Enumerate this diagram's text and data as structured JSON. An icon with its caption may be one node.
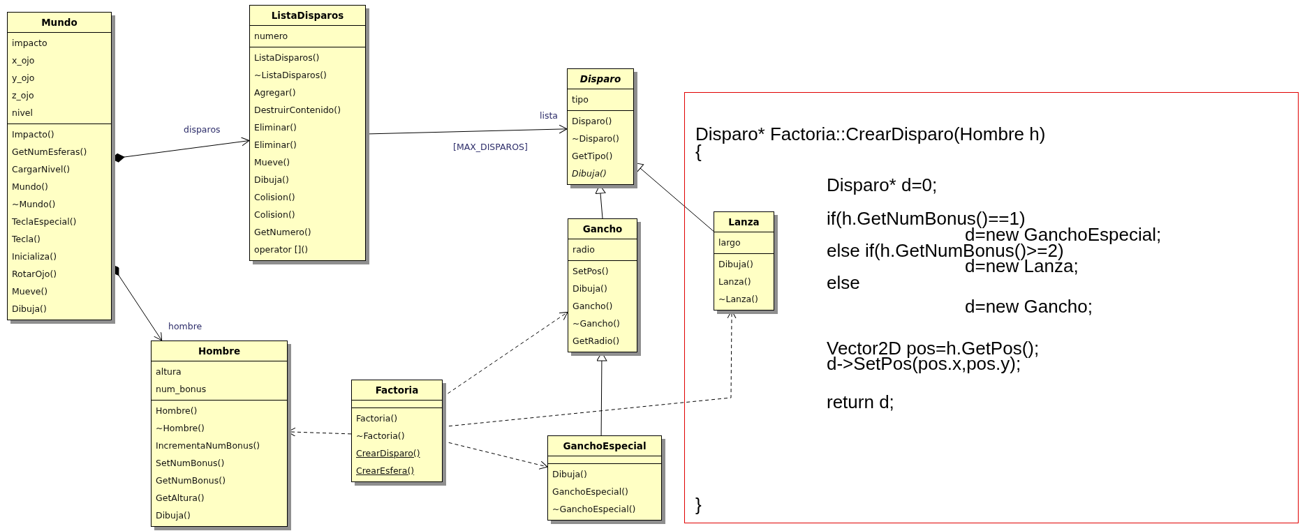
{
  "diagram": {
    "nodes": [
      {
        "text": [
          "Mundo"
        ]
      },
      {
        "text": [
          "impacto",
          "x_ojo",
          "y_ojo",
          "z_ojo",
          "nivel"
        ],
        "in": 0
      },
      {
        "text": [
          "Impacto()",
          "GetNumEsferas()",
          "CargarNivel()",
          "Mundo()",
          "~Mundo()",
          "TeclaEspecial()",
          "Tecla()",
          "Inicializa()",
          "RotarOjo()",
          "Mueve()",
          "Dibuja()"
        ],
        "in": 0
      },
      {
        "text": [
          "ListaDisparos"
        ]
      },
      {
        "text": [
          "numero"
        ],
        "in": 3
      },
      {
        "text": [
          "ListaDisparos()",
          "~ListaDisparos()",
          "Agregar()",
          "DestruirContenido()",
          "Eliminar()",
          "Eliminar()",
          "Mueve()",
          "Dibuja()",
          "Colision()",
          "Colision()",
          "GetNumero()",
          "operator []()"
        ],
        "in": 3
      },
      {
        "text": [
          "Disparo"
        ]
      },
      {
        "text": [
          "tipo"
        ],
        "in": 6
      },
      {
        "text": [
          "Disparo()",
          "~Disparo()",
          "GetTipo()",
          "Dibuja()"
        ],
        "in": 6
      },
      {
        "text": [
          "Disparo* Factoria::CrearDisparo(Hombre h)",
          "{",
          "Disparo* d=0;",
          "if(h.GetNumBonus()==1)",
          "d=new GanchoEspecial;",
          "else if(h.GetNumBonus()>=2)",
          "d=new Lanza;",
          "else",
          "d=new Gancho;",
          "Vector2D pos=h.GetPos();",
          "d->SetPos(pos.x,pos.y);",
          "return d;",
          "}"
        ]
      },
      {
        "text": [
          "Lanza"
        ],
        "in": 9
      },
      {
        "text": [
          "largo"
        ],
        "in": 10
      },
      {
        "text": [
          "Dibuja()",
          "Lanza()",
          "~Lanza()"
        ],
        "in": 10
      },
      {
        "text": [
          "Gancho"
        ]
      },
      {
        "text": [
          "radio"
        ],
        "in": 13
      },
      {
        "text": [
          "SetPos()",
          "Dibuja()",
          "Gancho()",
          "~Gancho()",
          "GetRadio()"
        ],
        "in": 13
      },
      {
        "text": [
          "Hombre"
        ]
      },
      {
        "text": [
          "altura",
          "num_bonus"
        ],
        "in": 16
      },
      {
        "text": [
          "Hombre()",
          "~Hombre()",
          "IncrementaNumBonus()",
          "SetNumBonus()",
          "GetNumBonus()",
          "GetAltura()",
          "Dibuja()"
        ],
        "in": 16
      },
      {
        "text": [
          "Factoria"
        ]
      },
      {
        "text": [],
        "shape": "box",
        "in": 19
      },
      {
        "text": [
          "Factoria()",
          "~Factoria()",
          "CrearDisparo()",
          "CrearEsfera()"
        ],
        "in": 19
      },
      {
        "text": [
          "GanchoEspecial"
        ]
      },
      {
        "text": [],
        "shape": "box",
        "in": 22
      },
      {
        "text": [
          "Dibuja()",
          "GanchoEspecial()",
          "~GanchoEspecial()"
        ],
        "in": 22
      }
    ],
    "edges": [
      {
        "from": 0,
        "to": 3,
        "arrow": "to",
        "label": "disparos"
      },
      {
        "from": 0,
        "to": 16,
        "arrow": "to",
        "label": "hombre"
      },
      {
        "from": 3,
        "to": 6,
        "arrow": "to",
        "label": "lista"
      },
      {
        "from": 13,
        "to": 6,
        "arrow": "to"
      },
      {
        "from": 10,
        "to": 6,
        "arrow": "to"
      },
      {
        "from": 22,
        "to": 13,
        "arrow": "to"
      },
      {
        "from": 19,
        "to": 16,
        "arrow": "to",
        "style": "dashed"
      },
      {
        "from": 19,
        "to": 13,
        "arrow": "to",
        "style": "dashed"
      },
      {
        "from": 19,
        "to": 10,
        "arrow": "to",
        "style": "dashed"
      },
      {
        "from": 19,
        "to": 22,
        "arrow": "to",
        "style": "dashed"
      }
    ],
    "labels": [
      "[MAX_DISPAROS]"
    ]
  }
}
